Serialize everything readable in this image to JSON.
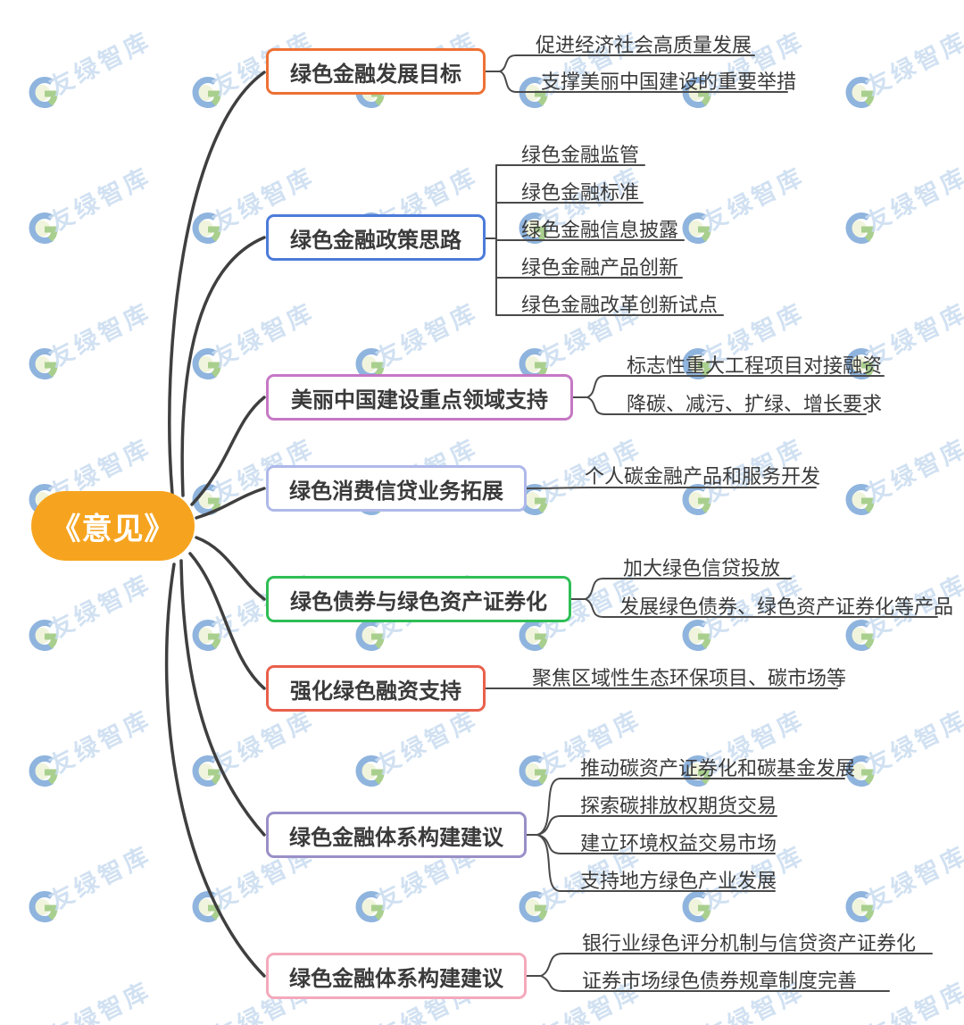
{
  "root": {
    "label": "《意见》",
    "fill_color": "#F6A41F",
    "text_color": "#FFFFFF"
  },
  "watermark": {
    "text": "友绿智库",
    "logo": "g-logo",
    "text_color": "#C9DCF0",
    "logo_blue": "#8FB4DE",
    "logo_green": "#A9CF8E"
  },
  "line_colors": {
    "main_branch": "#3F3F3F",
    "leaf_branch": "#4A4A4A"
  },
  "branches": [
    {
      "label": "绿色金融发展目标",
      "border_color": "#ED7135",
      "leaves": [
        {
          "text": "促进经济社会高质量发展"
        },
        {
          "text": "支撑美丽中国建设的重要举措"
        }
      ]
    },
    {
      "label": "绿色金融政策思路",
      "border_color": "#4C7BD9",
      "leaves": [
        {
          "text": "绿色金融监管"
        },
        {
          "text": "绿色金融标准"
        },
        {
          "text": "绿色金融信息披露"
        },
        {
          "text": "绿色金融产品创新"
        },
        {
          "text": "绿色金融改革创新试点"
        }
      ]
    },
    {
      "label": "美丽中国建设重点领域支持",
      "border_color": "#C678C4",
      "leaves": [
        {
          "text": "标志性重大工程项目对接融资"
        },
        {
          "text": "降碳、减污、扩绿、增长要求"
        }
      ]
    },
    {
      "label": "绿色消费信贷业务拓展",
      "border_color": "#AFB9E9",
      "leaves": [
        {
          "text": "个人碳金融产品和服务开发"
        }
      ]
    },
    {
      "label": "绿色债券与绿色资产证券化",
      "border_color": "#2FBE56",
      "leaves": [
        {
          "text": "加大绿色信贷投放"
        },
        {
          "text": "发展绿色债券、绿色资产证券化等产品"
        }
      ]
    },
    {
      "label": "强化绿色融资支持",
      "border_color": "#E9604C",
      "leaves": [
        {
          "text": "聚焦区域性生态环保项目、碳市场等"
        }
      ]
    },
    {
      "label": "绿色金融体系构建建议",
      "border_color": "#9A8FC7",
      "leaves": [
        {
          "text": "推动碳资产证券化和碳基金发展"
        },
        {
          "text": "探索碳排放权期货交易"
        },
        {
          "text": "建立环境权益交易市场"
        },
        {
          "text": "支持地方绿色产业发展"
        }
      ]
    },
    {
      "label": "绿色金融体系构建建议",
      "border_color": "#F4A9BC",
      "leaves": [
        {
          "text": "银行业绿色评分机制与信贷资产证券化"
        },
        {
          "text": "证券市场绿色债券规章制度完善"
        }
      ]
    }
  ]
}
